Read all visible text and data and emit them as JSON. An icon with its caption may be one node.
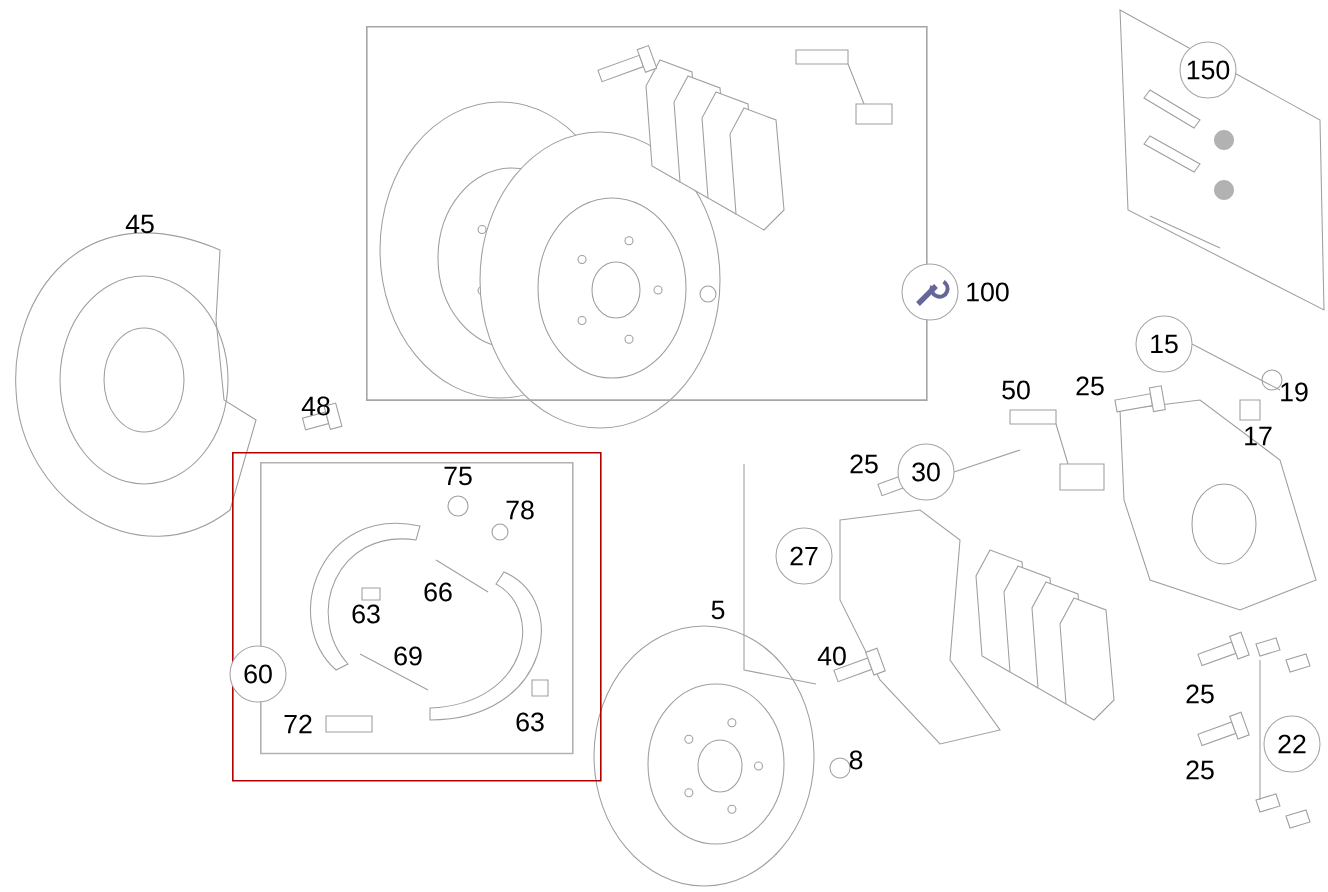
{
  "diagram": {
    "nodes": [
      {
        "text": [],
        "shape": "box"
      },
      {
        "text": [],
        "shape": "box"
      },
      {
        "text": [],
        "shape": "box",
        "in": 1
      },
      {
        "text": [
          "150"
        ]
      },
      {
        "text": [
          "15"
        ]
      },
      {
        "text": [
          "30"
        ]
      },
      {
        "text": [
          "27"
        ]
      },
      {
        "text": [
          "60"
        ],
        "in": 1
      },
      {
        "text": [
          "22"
        ]
      },
      {
        "text": [],
        "shape": "circle",
        "beside": [
          "100"
        ]
      }
    ],
    "labels": [
      "45",
      "48",
      "75",
      "78",
      "66",
      "63",
      "69",
      "72",
      "63",
      "5",
      "8",
      "40",
      "25",
      "50",
      "25",
      "19",
      "17",
      "25",
      "25"
    ]
  }
}
